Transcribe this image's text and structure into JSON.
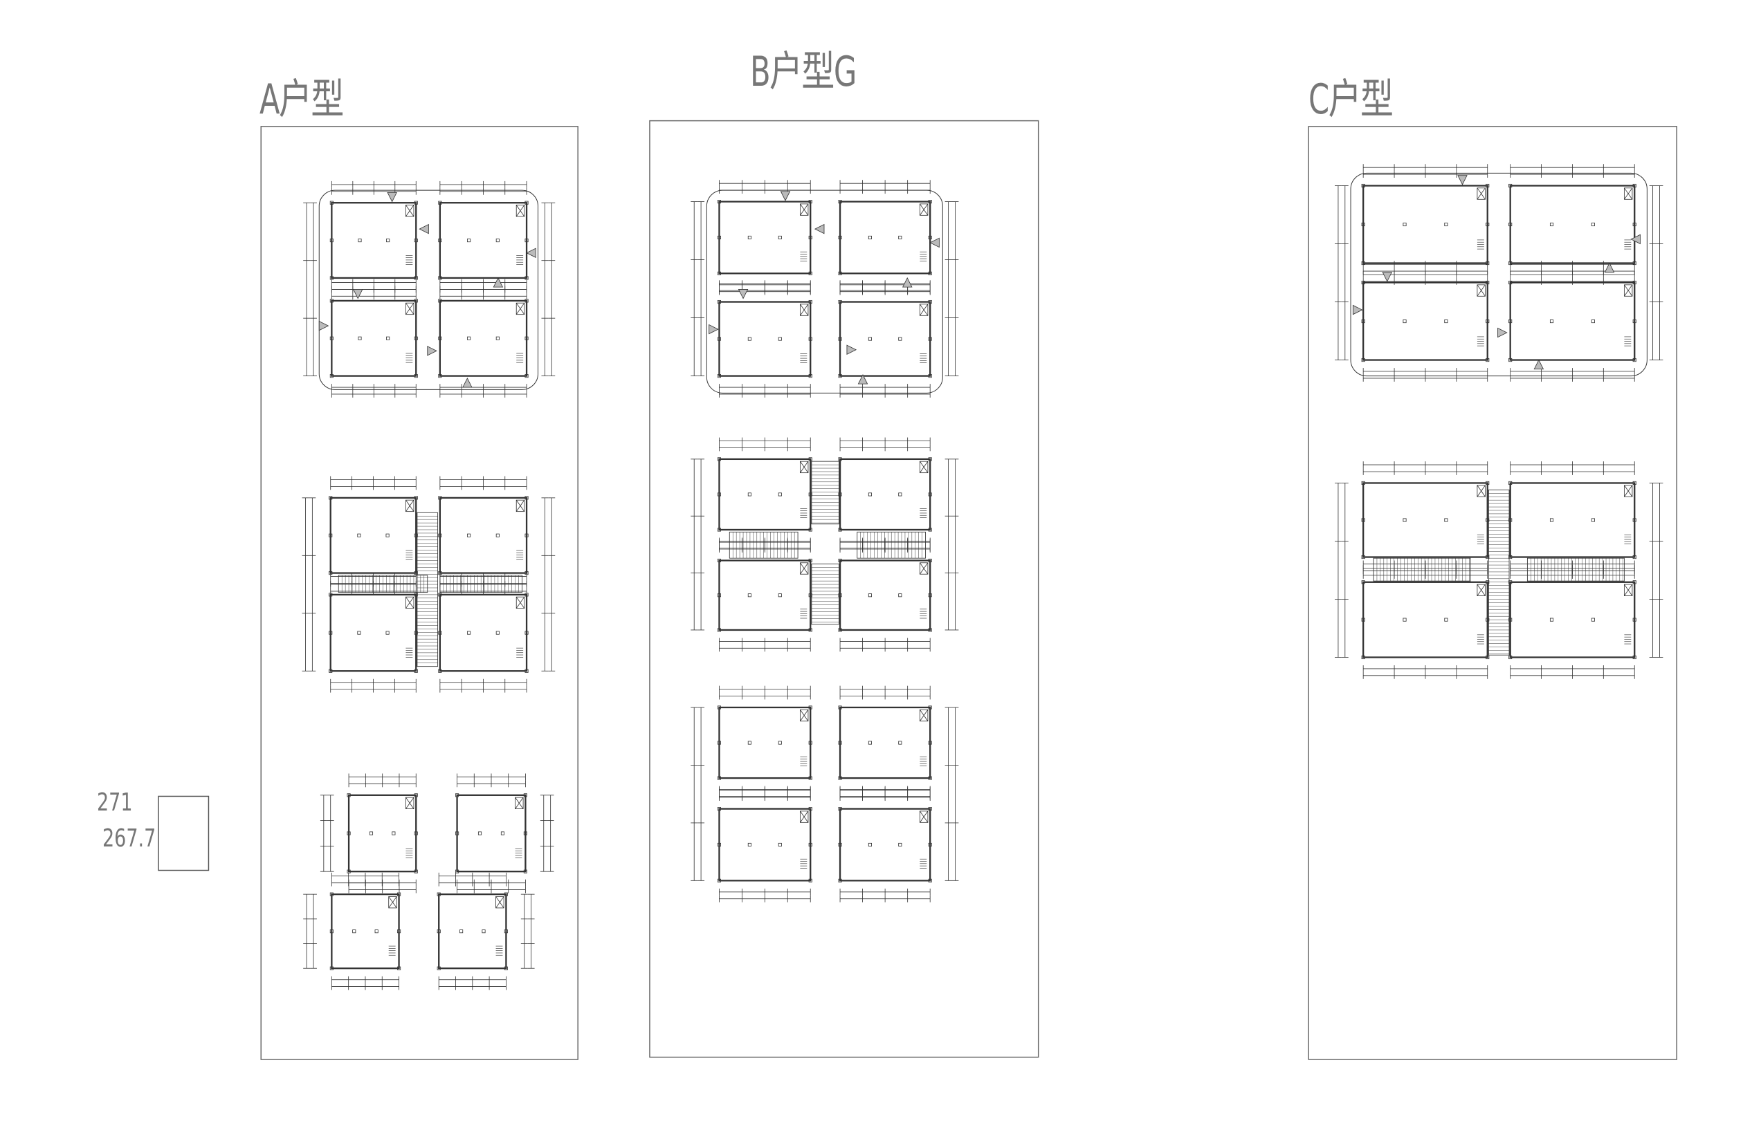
{
  "titles": {
    "a": "A户型",
    "b": "B户型G",
    "c": "C户型"
  },
  "legend": {
    "value_1": "271",
    "value_2": "267.7"
  },
  "colors": {
    "line": "#333333",
    "frame": "#666666",
    "text": "#777777"
  }
}
